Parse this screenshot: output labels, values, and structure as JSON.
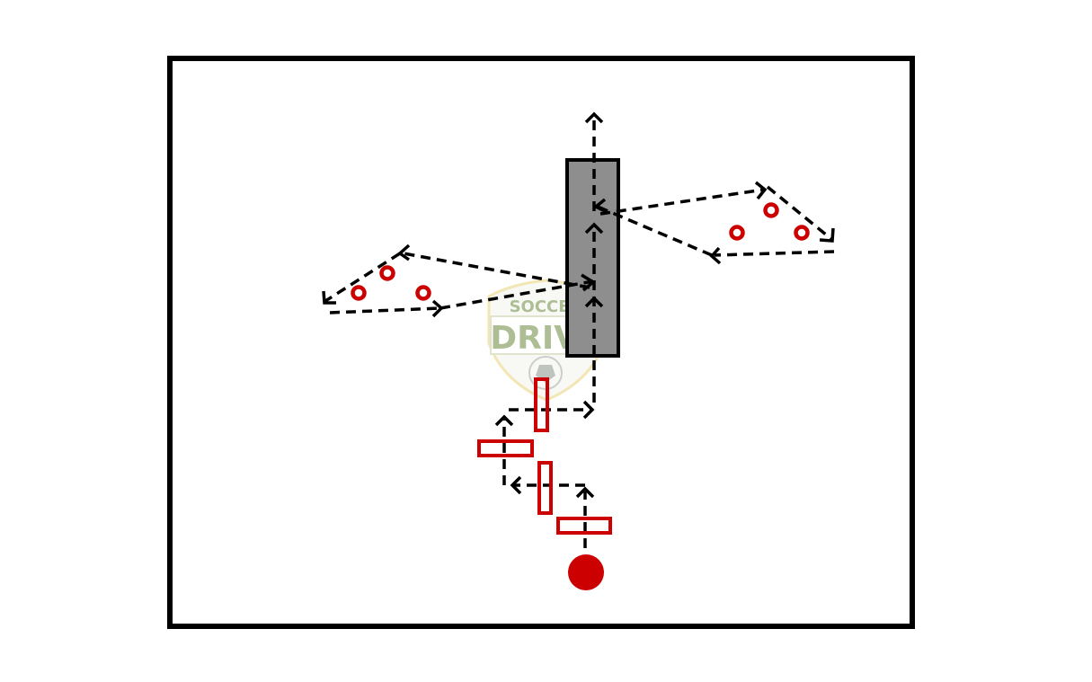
{
  "diagram": {
    "watermark": {
      "top_text": "SOCCER",
      "main_text": "DRIVE",
      "text_color": "#6b8a3e",
      "outline_color": "#e8d27a"
    },
    "colors": {
      "field_border": "#000000",
      "obstacle_fill": "#8e8e8e",
      "red": "#cc0000",
      "path": "#000000"
    },
    "icons": [
      "player-ball-icon",
      "cone-icon",
      "hurdle-icon",
      "arrow-head-icon"
    ],
    "counts": {
      "cones": 6,
      "hurdles": 4,
      "players": 1
    }
  }
}
